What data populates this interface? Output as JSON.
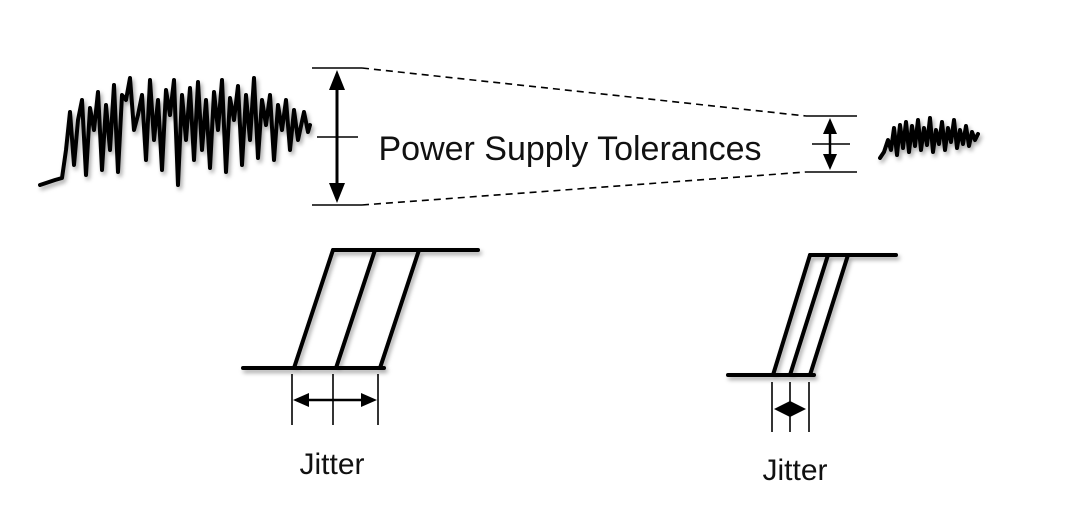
{
  "title_label": "Power Supply Tolerances",
  "left_jitter_label": "Jitter",
  "right_jitter_label": "Jitter"
}
